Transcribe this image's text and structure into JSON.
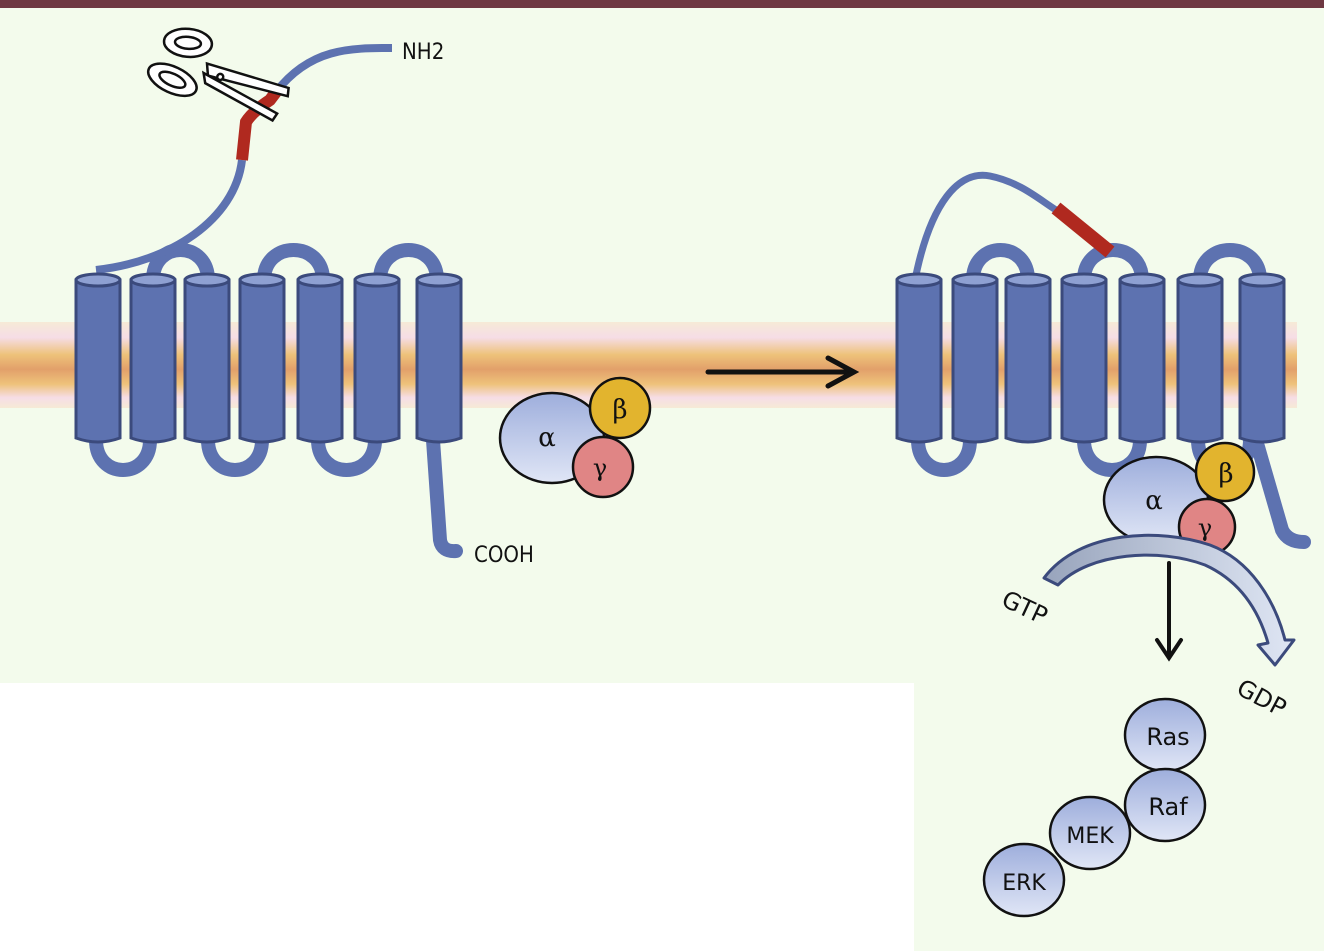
{
  "diagram": {
    "title": "Protease-activated receptor signaling",
    "colors": {
      "top_bar": "#6e3842",
      "background": "#f3fbec",
      "receptor_fill": "#5d72b0",
      "receptor_stroke": "#3b4a7c",
      "cleavage_site": "#b0291f",
      "membrane_outer": "#f6e9d4",
      "membrane_core": "#e2a06a",
      "g_alpha": "#b6c2e6",
      "g_beta": "#e2b42e",
      "g_gamma": "#e08585",
      "kinase": "#b6c2e6"
    },
    "inactive_receptor": {
      "n_terminus_label": "NH2",
      "c_terminus_label": "COOH",
      "cleaving_tool_icon": "scissors"
    },
    "transition_arrow": "activation",
    "active_receptor": {
      "tethered_ligand": "cleaved N-terminus bound"
    },
    "g_protein_inactive": {
      "alpha": "α",
      "beta": "β",
      "gamma": "γ"
    },
    "g_protein_active": {
      "alpha": "α",
      "beta": "β",
      "gamma": "γ"
    },
    "nucleotide_exchange": {
      "from": "GTP",
      "to": "GDP"
    },
    "mapk_cascade": [
      "Ras",
      "Raf",
      "MEK",
      "ERK"
    ]
  }
}
